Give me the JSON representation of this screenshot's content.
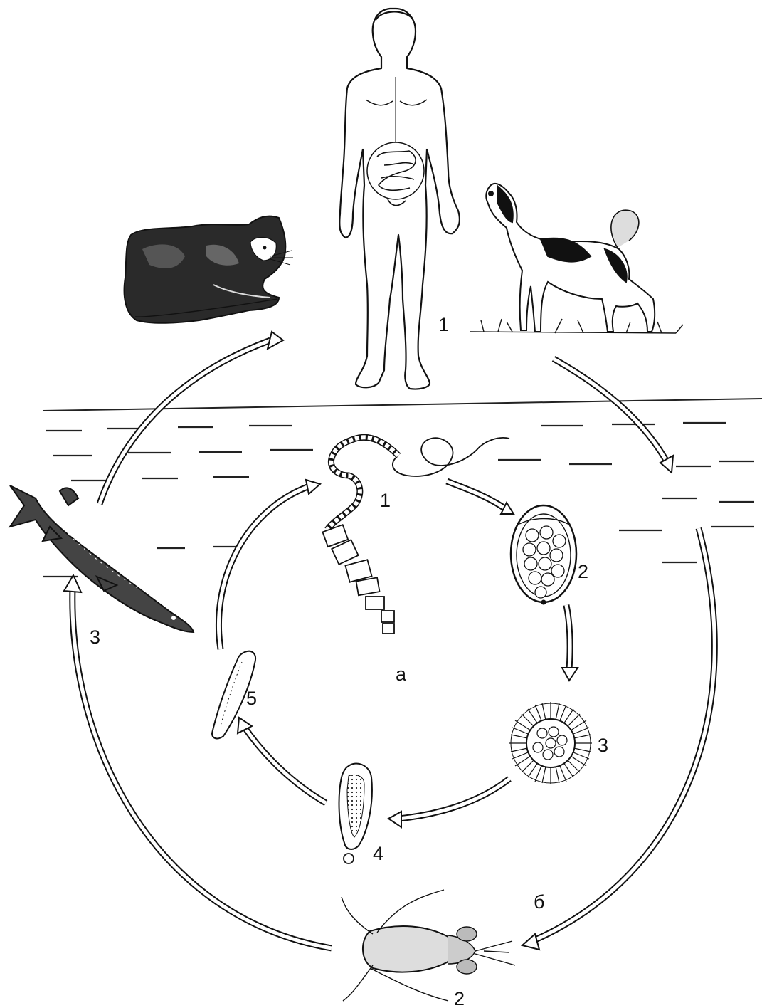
{
  "labels": {
    "host_definitive": "1",
    "host_cycle_a": "a",
    "host_cycle_b": "б",
    "stage_strobila": "1",
    "stage_egg": "2",
    "stage_coracidium": "3",
    "stage_procercoid": "4",
    "stage_plerocercoid": "5",
    "host_copepod": "2",
    "host_fish": "3"
  },
  "icons": {
    "human": "human-figure-icon",
    "cat": "cat-icon",
    "dog": "dog-icon",
    "fish": "pike-fish-icon",
    "copepod": "cyclops-copepod-icon",
    "tapeworm": "tapeworm-strobila-icon",
    "egg": "operculate-egg-icon",
    "coracidium": "ciliated-coracidium-icon",
    "procercoid": "procercoid-larva-icon",
    "plerocercoid": "plerocercoid-larva-icon"
  },
  "colors": {
    "ink": "#111111",
    "background": "#ffffff"
  }
}
